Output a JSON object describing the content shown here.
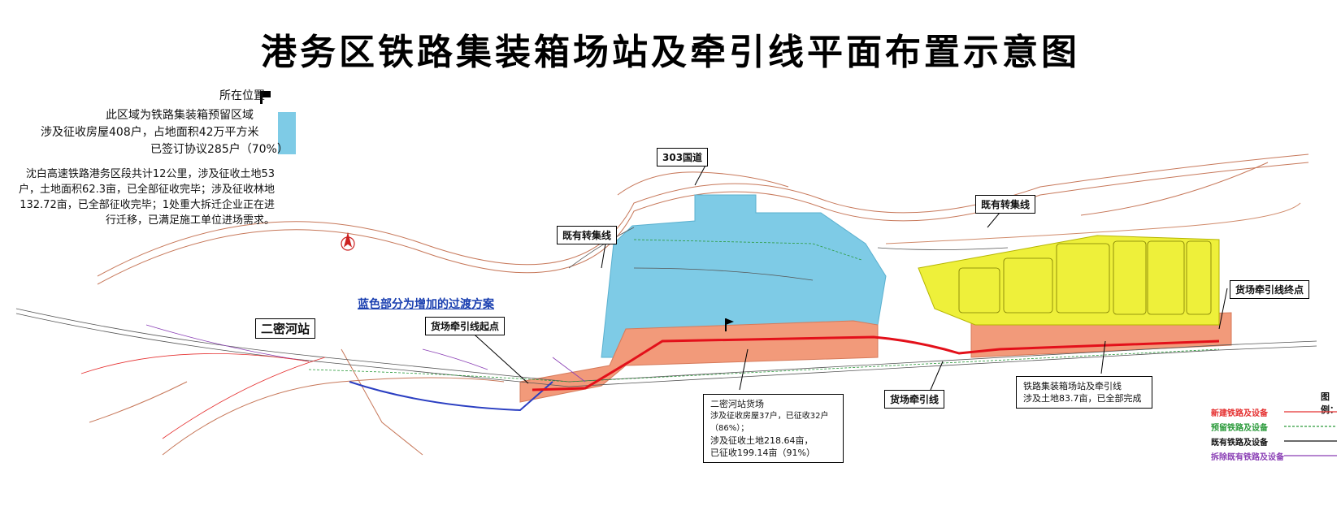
{
  "title": "港务区铁路集装箱场站及牵引线平面布置示意图",
  "legend_top": {
    "location_label": "所在位置",
    "reserved_area_lines": [
      "此区域为铁路集装箱预留区域",
      "涉及征收房屋408户，占地面积42万平方米",
      "已签订协议285户（70%）"
    ]
  },
  "note_text": [
    "沈白高速铁路港务区段共计12公里，涉及征收土地53",
    "户，土地面积62.3亩，已全部征收完毕；涉及征收林地",
    "132.72亩，已全部征收完毕；1处重大拆迁企业正在进",
    "行迁移，已满足施工单位进场需求。"
  ],
  "labels": {
    "road_303": "303国道",
    "existing_line_1": "既有转集线",
    "existing_line_2": "既有转集线",
    "blue_transition": "蓝色部分为增加的过渡方案",
    "start_point": "货场牵引线起点",
    "end_point": "货场牵引线终点",
    "station": "二密河站",
    "traction_line": "货场牵引线",
    "box_left": [
      "二密河站货场",
      "涉及征收房屋37户，已征收32户（86%）；",
      "涉及征收土地218.64亩，",
      "已征收199.14亩（91%）"
    ],
    "box_right": [
      "铁路集装箱场站及牵引线",
      "涉及土地83.7亩，已全部完成"
    ]
  },
  "legend_br": {
    "title": "图例：",
    "items": [
      {
        "label": "新建铁路及设备",
        "color": "#e53030"
      },
      {
        "label": "预留铁路及设备",
        "color": "#2a9a3a"
      },
      {
        "label": "既有铁路及设备",
        "color": "#111111"
      },
      {
        "label": "拆除既有铁路及设备",
        "color": "#8a3fb5"
      }
    ]
  },
  "colors": {
    "blue_area": "#7ecbe6",
    "orange_area": "#f29a7a",
    "yellow_area": "#eef03a",
    "traction_red": "#e3101a",
    "transition_blue": "#2b3fc2"
  }
}
